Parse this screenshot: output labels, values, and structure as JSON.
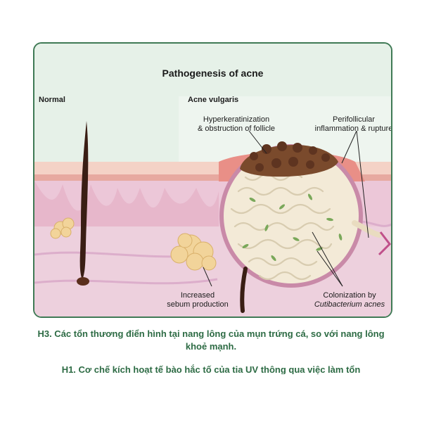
{
  "diagram": {
    "title": "Pathogenesis of acne",
    "normal_label": "Normal",
    "acne_label": "Acne vulgaris",
    "hyperkeratinization_line1": "Hyperkeratinization",
    "hyperkeratinization_line2": "& obstruction of follicle",
    "perifollicular_line1": "Perifollicular",
    "perifollicular_line2": "inflammation & rupture",
    "sebum_line1": "Increased",
    "sebum_line2": "sebum production",
    "colonization_line1": "Colonization by",
    "colonization_line2": "Cutibacterium acnes"
  },
  "caption": {
    "h3": "H3. Các tổn thương điển hình tại nang lông của mụn trứng cá, so với nang lông khoẻ mạnh.",
    "h1_partial": "H1. Cơ chế kích hoạt tế bào hắc tố của tia UV thông qua việc làm tổn"
  },
  "colors": {
    "frame_border": "#3f7a55",
    "caption_text": "#2d6b44",
    "skin": "#e8c4d6",
    "sebum": "#f2d49a",
    "plug": "#7a4a2c"
  }
}
